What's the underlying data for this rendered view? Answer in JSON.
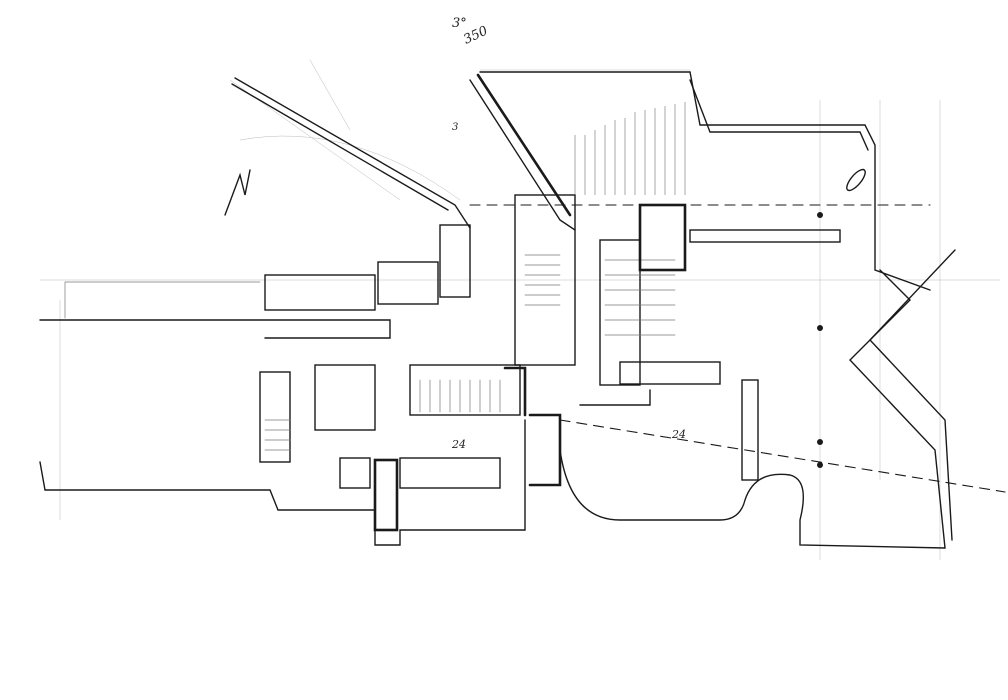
{
  "drawing": {
    "type": "architectural floor plan sketch",
    "annotations": {
      "angle_top_a": "3°",
      "angle_top_b": "350",
      "mark_small": "3",
      "dim_lower": "24",
      "dim_right": "24"
    },
    "ink_color": "#1a1a1a",
    "paper_color": "#ffffff"
  }
}
